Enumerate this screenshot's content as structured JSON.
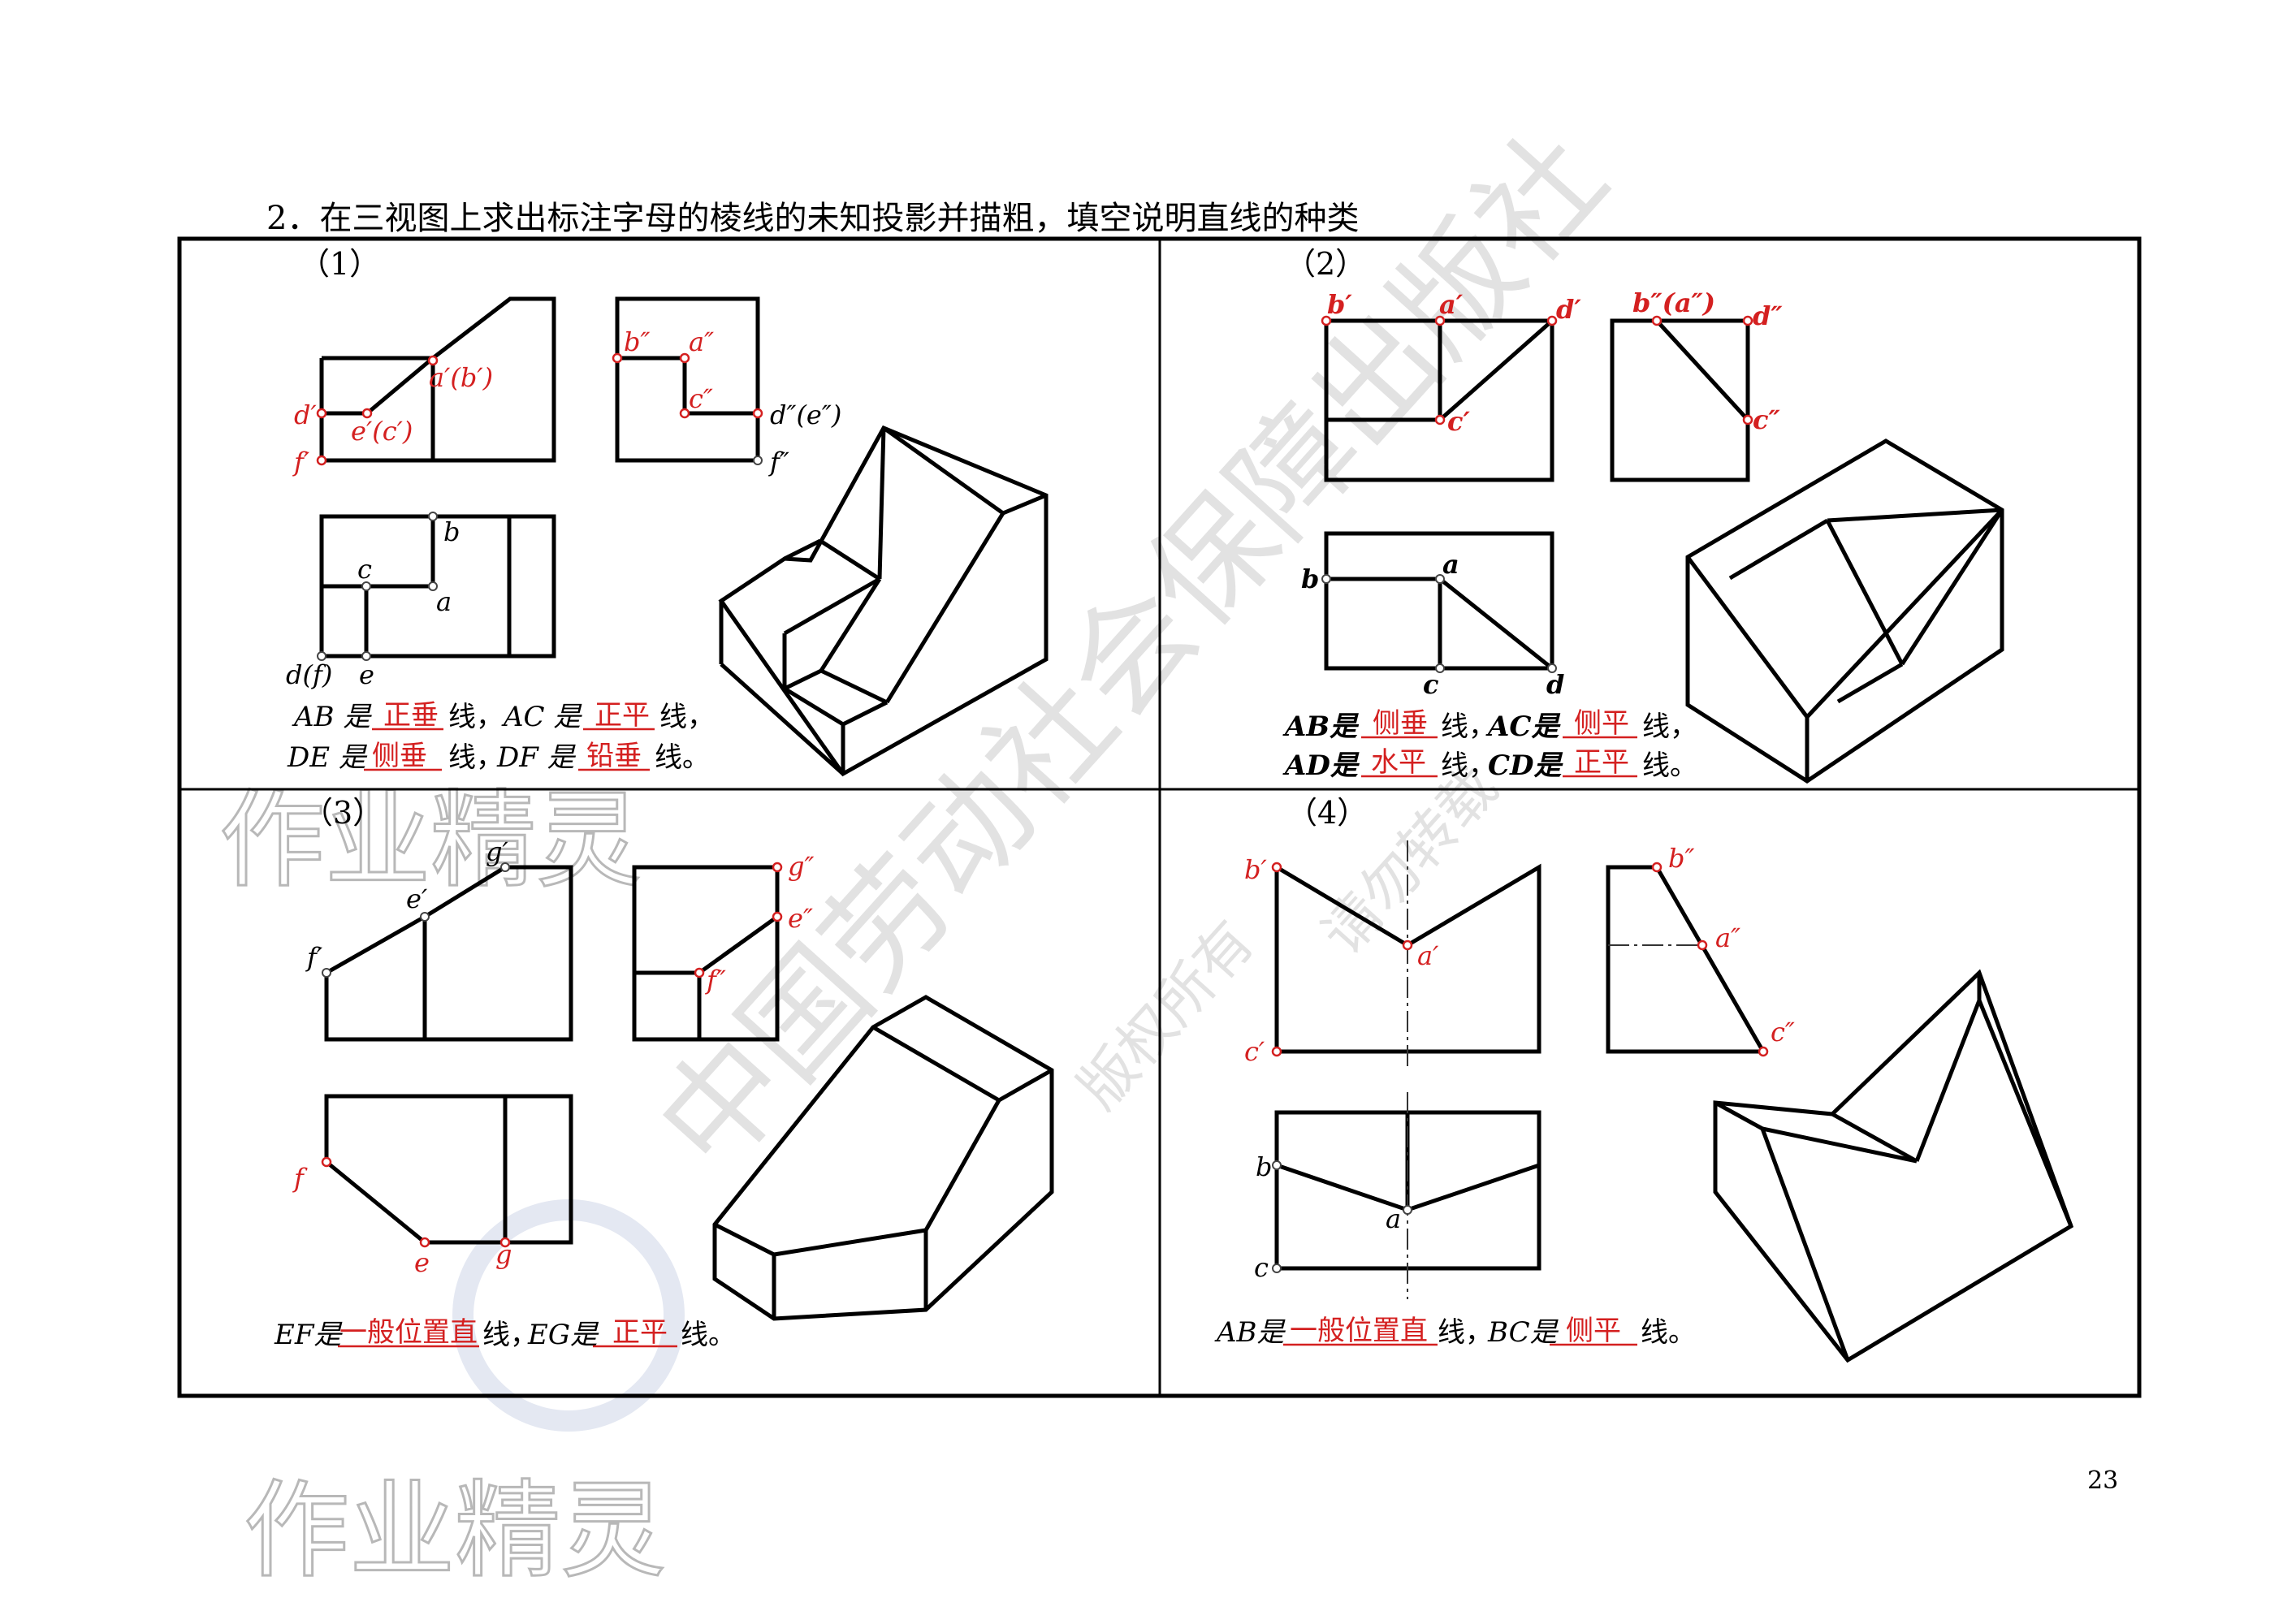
{
  "heading": "2．在三视图上求出标注字母的棱线的未知投影并描粗，填空说明直线的种类",
  "page_number": "23",
  "watermarks": {
    "brand": "作业精灵",
    "publisher": "中国劳动社会保障出版社",
    "rights": "版权所有",
    "noreprint": "请勿转载"
  },
  "panels": {
    "p1": {
      "number": "（1）",
      "labels": {
        "ab_front": "a′(b′)",
        "d_front": "d′",
        "ec_front": "e′(c′)",
        "f_front": "f′",
        "b_side": "b″",
        "a_side": "a″",
        "c_side": "c″",
        "de_side": "d″(e″)",
        "f_side": "f″",
        "b_top": "b",
        "c_top": "c",
        "a_top": "a",
        "df_top": "d(f)",
        "e_top": "e"
      },
      "answers": [
        {
          "pre": "AB 是",
          "ans": "正垂",
          "post": "线，"
        },
        {
          "pre": "AC 是",
          "ans": "正平",
          "post": "线，"
        },
        {
          "pre": "DE 是",
          "ans": "侧垂",
          "post": "线，"
        },
        {
          "pre": "DF 是",
          "ans": "铅垂",
          "post": "线。"
        }
      ]
    },
    "p2": {
      "number": "（2）",
      "labels": {
        "b_front": "b′",
        "a_front": "a′",
        "d_front": "d′",
        "c_front": "c′",
        "ba_side": "b″(a″)",
        "d_side": "d″",
        "c_side": "c″",
        "b_top": "b",
        "a_top": "a",
        "c_top": "c",
        "d_top": "d"
      },
      "answers": [
        {
          "pre": "AB是",
          "ans": "侧垂",
          "post": "线，"
        },
        {
          "pre": "AC是",
          "ans": "侧平",
          "post": "线，"
        },
        {
          "pre": "AD是",
          "ans": "水平",
          "post": "线，"
        },
        {
          "pre": "CD是",
          "ans": "正平",
          "post": "线。"
        }
      ]
    },
    "p3": {
      "number": "（3）",
      "labels": {
        "g_front": "g′",
        "e_front": "e′",
        "f_front": "f′",
        "g_side": "g″",
        "e_side": "e″",
        "f_side": "f″",
        "f_top": "f",
        "e_top": "e",
        "g_top": "g"
      },
      "answers": [
        {
          "pre": "EF是",
          "ans": "一般位置直",
          "post": "线，"
        },
        {
          "pre": "EG是",
          "ans": "正平",
          "post": "线。"
        }
      ]
    },
    "p4": {
      "number": "（4）",
      "labels": {
        "b_front": "b′",
        "a_front": "a′",
        "c_front": "c′",
        "b_side": "b″",
        "a_side": "a″",
        "c_side": "c″",
        "b_top": "b",
        "a_top": "a",
        "c_top": "c"
      },
      "answers": [
        {
          "pre": "AB是",
          "ans": "一般位置直",
          "post": "线，"
        },
        {
          "pre": "BC是",
          "ans": "侧平",
          "post": "线。"
        }
      ]
    }
  }
}
